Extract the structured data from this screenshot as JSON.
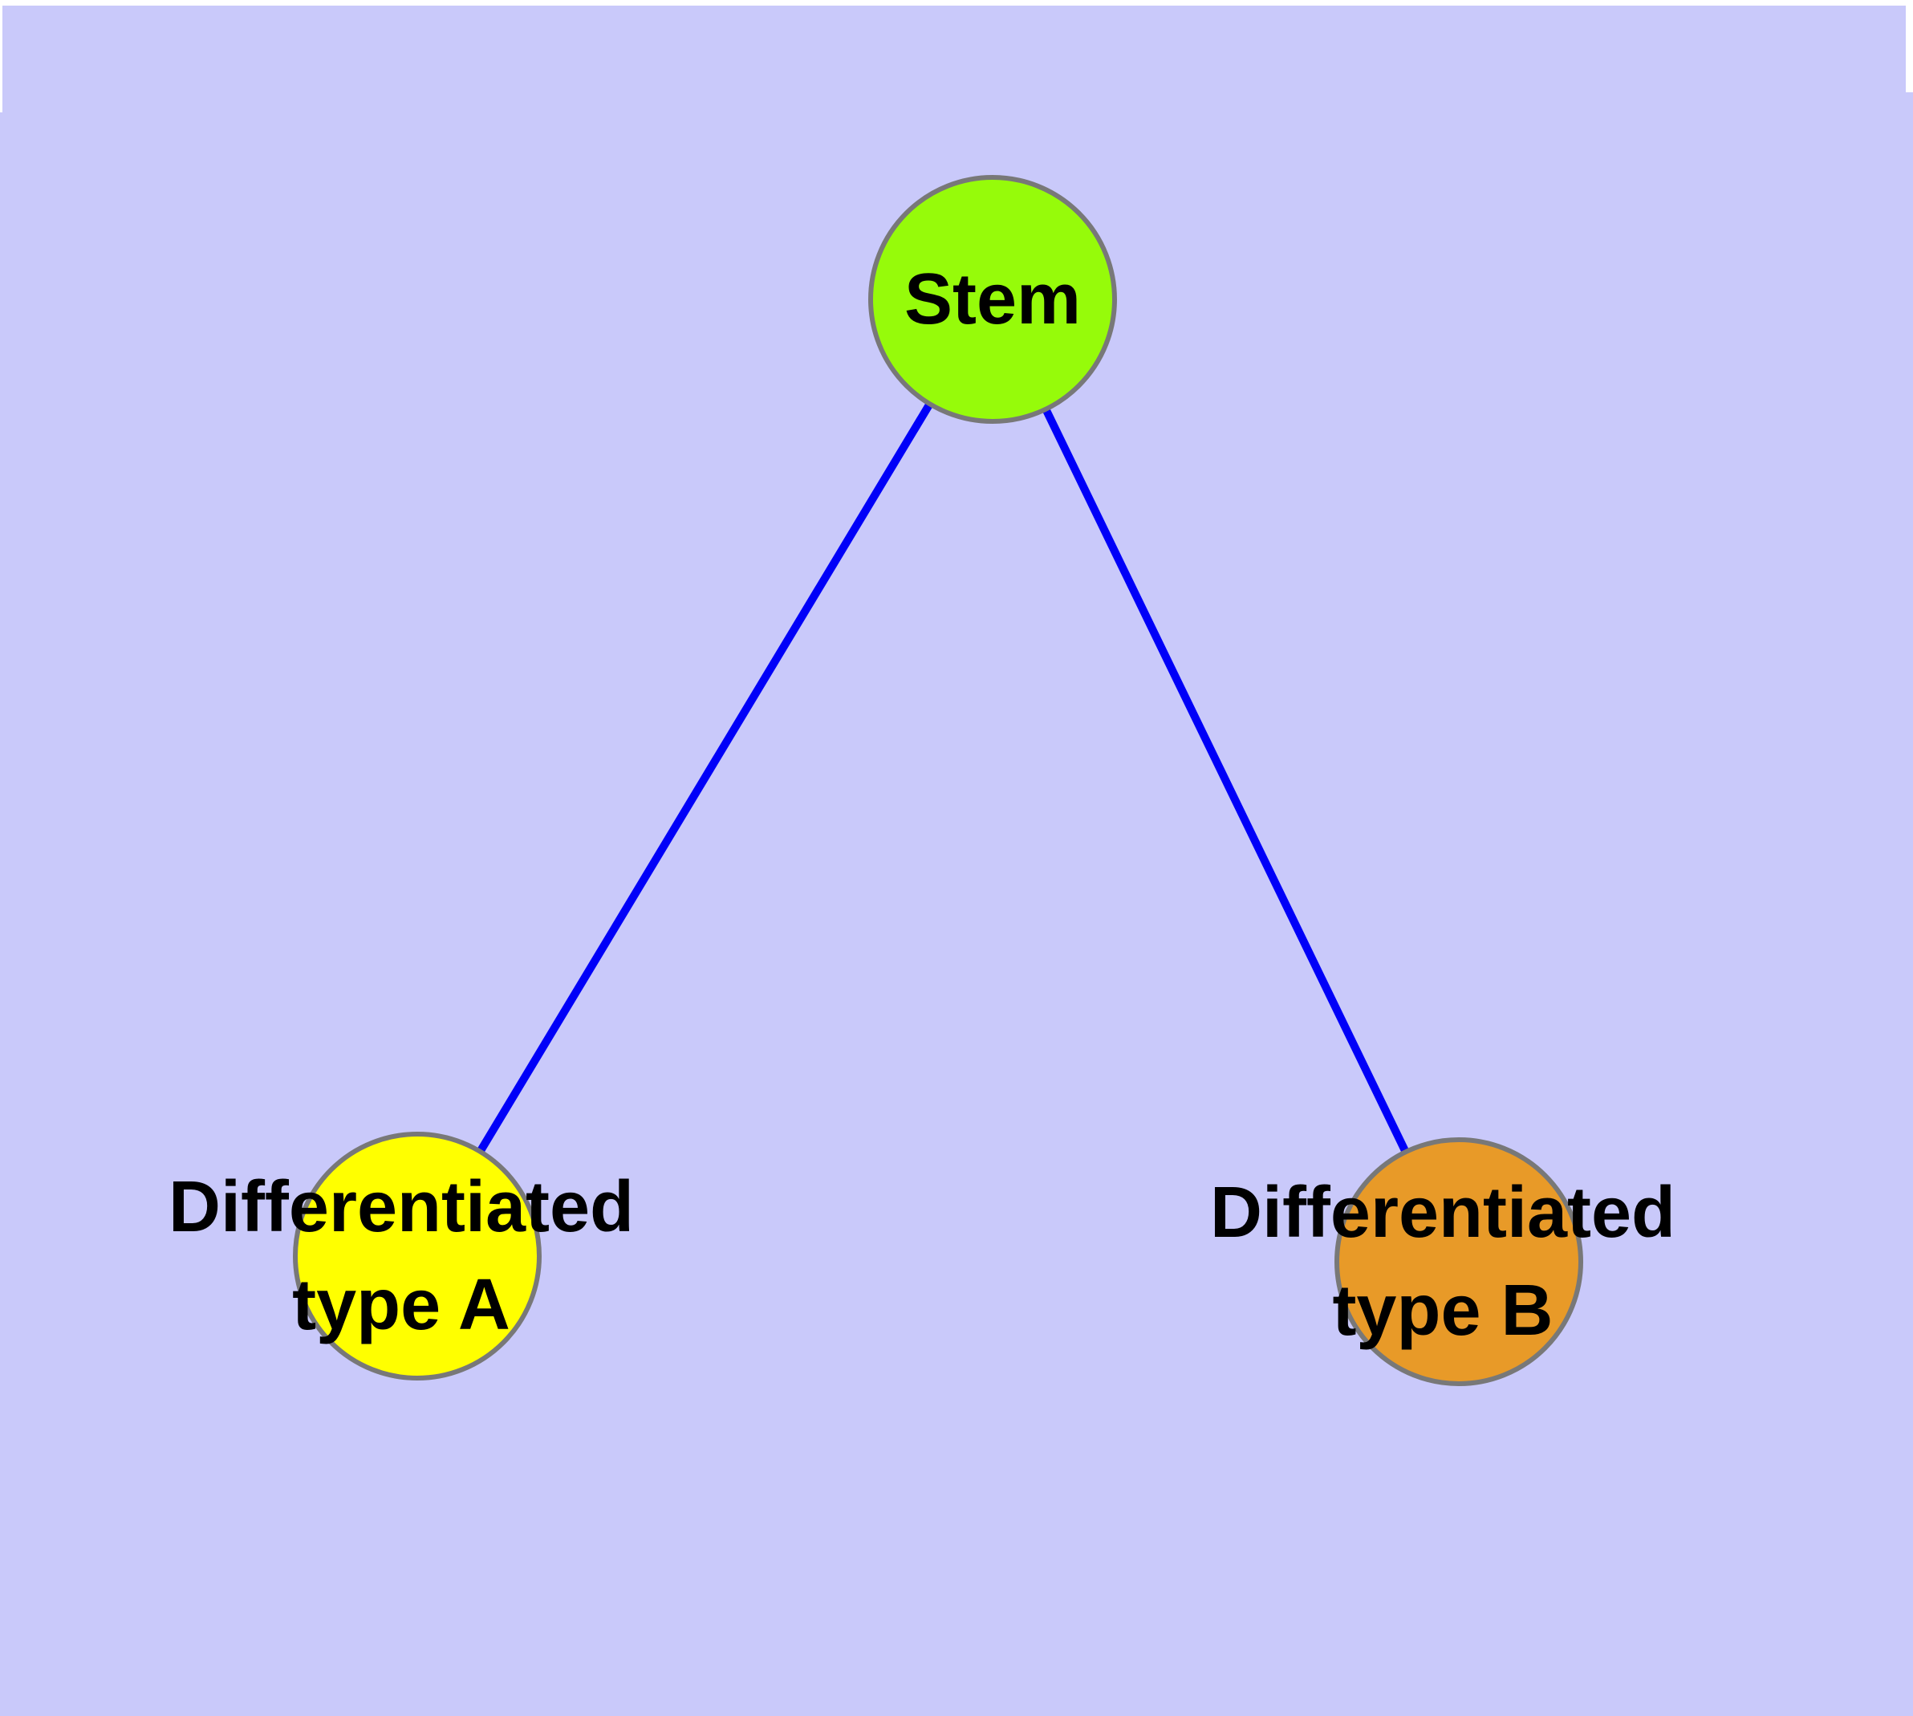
{
  "diagram": {
    "background_color": "#C9C9FA",
    "edge_color": "#0000F8",
    "node_border_color": "#787878",
    "text_color": "#000000",
    "nodes": {
      "stem": {
        "label": "Stem",
        "color": "#96FB0A"
      },
      "type_a": {
        "label": "Differentiated\ntype A",
        "color": "#FFFF00"
      },
      "type_b": {
        "label": "Differentiated\ntype B",
        "color": "#E89A28"
      }
    },
    "edges": [
      {
        "from": "stem",
        "to": "type_a"
      },
      {
        "from": "stem",
        "to": "type_b"
      }
    ]
  }
}
